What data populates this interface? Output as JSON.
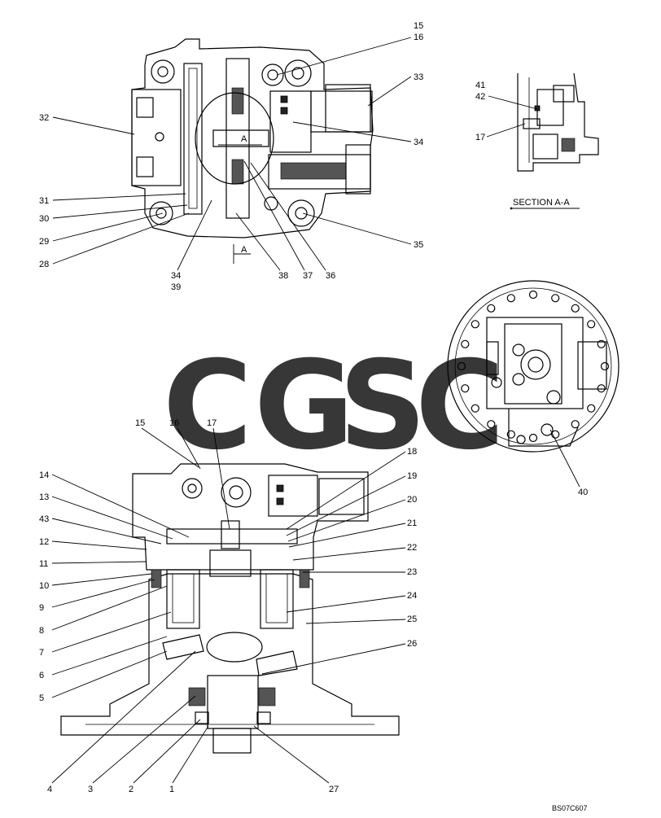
{
  "diagram": {
    "section_title": "SECTION  A-A",
    "section_marker": "A",
    "drawing_code": "BS07C607",
    "watermark": {
      "letters": [
        "C",
        "G",
        "S",
        "C"
      ],
      "colors": [
        "#6ea6ec",
        "#f0807a",
        "#f6d46a",
        "#58b98a"
      ]
    },
    "callouts": {
      "top_15": "15",
      "top_16": "16",
      "c33": "33",
      "c32": "32",
      "c34r": "34",
      "c31": "31",
      "c30": "30",
      "c29": "29",
      "c28": "28",
      "c35": "35",
      "c34b": "34",
      "c39": "39",
      "c38": "38",
      "c37": "37",
      "c36": "36",
      "c41": "41",
      "c42": "42",
      "s17": "17",
      "c40": "40",
      "b15": "15",
      "b16": "16",
      "b17": "17",
      "c14": "14",
      "c13": "13",
      "c43": "43",
      "c12": "12",
      "c11": "11",
      "c10": "10",
      "c9": "9",
      "c8": "8",
      "c7": "7",
      "c6": "6",
      "c5": "5",
      "c18": "18",
      "c19": "19",
      "c20": "20",
      "c21": "21",
      "c22": "22",
      "c23": "23",
      "c24": "24",
      "c25": "25",
      "c26": "26",
      "c4": "4",
      "c3": "3",
      "c2": "2",
      "c1": "1",
      "c27": "27"
    }
  }
}
